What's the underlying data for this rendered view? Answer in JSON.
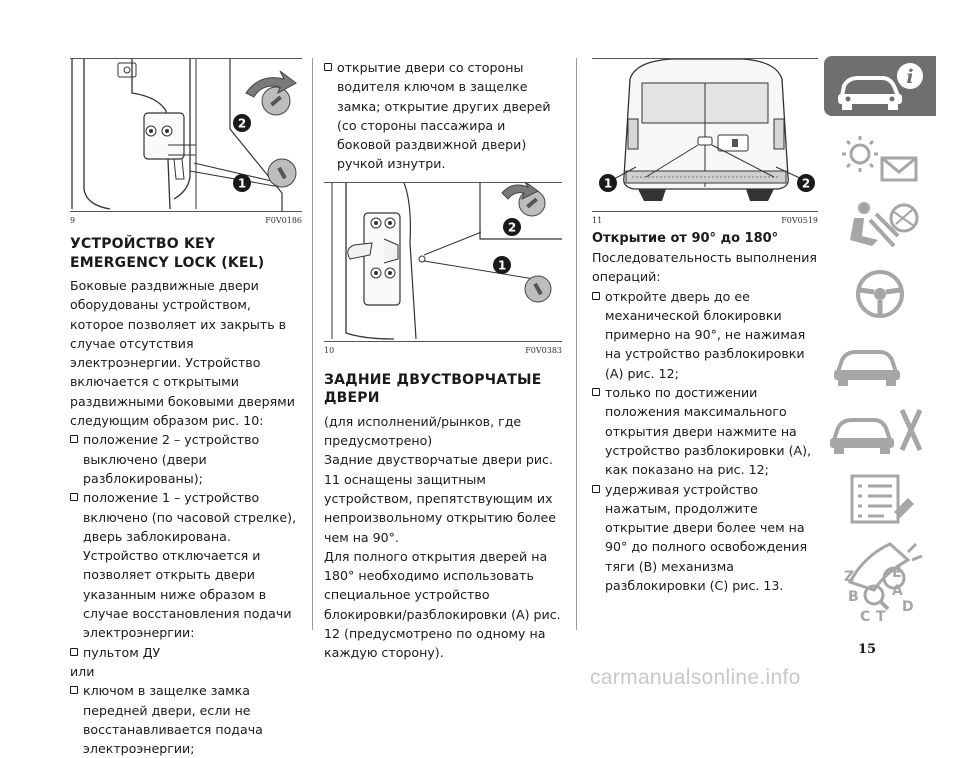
{
  "figures": {
    "fig9": {
      "number": "9",
      "code": "F0V0186"
    },
    "fig10": {
      "number": "10",
      "code": "F0V0383"
    },
    "fig11": {
      "number": "11",
      "code": "F0V0519"
    }
  },
  "col1": {
    "title": "УСТРОЙСТВО KEY EMERGENCY LOCK (KEL)",
    "para": "Боковые раздвижные двери оборудованы устройством, которое позволяет их закрыть в случае отсутствия электроэнергии. Устройство включается с открытыми раздвижными боковыми дверями следующим образом рис. 10:",
    "b1": "положение 2 – устройство выключено (двери разблокированы);",
    "b2": "положение 1 – устройство включено (по часовой стрелке), дверь заблокирована. Устройство отключается и позволяет открыть двери указанным ниже образом в случае восстановления подачи электроэнергии:",
    "b3": "пультом ДУ",
    "or": "или",
    "b4": "ключом в защелке замка передней двери, если не восстанавливается подача электроэнергии;"
  },
  "col2": {
    "b1": "открытие двери со стороны водителя ключом в защелке замка; открытие других дверей (со стороны пассажира и боковой раздвижной двери) ручкой изнутри.",
    "title": "ЗАДНИЕ ДВУСТВОРЧАТЫЕ ДВЕРИ",
    "sub": "(для исполнений/рынков, где предусмотрено)",
    "p1": "Задние двустворчатые двери рис. 11 оснащены защитным устройством, препятствующим их непроизвольному открытию более чем на 90°.",
    "p2": "Для полного открытия дверей на 180° необходимо использовать специальное устройство блокировки/разблокировки (А) рис. 12 (предусмотрено по одному на каждую сторону)."
  },
  "col3": {
    "title": "Открытие от 90° до 180°",
    "p1": "Последовательность выполнения операций:",
    "b1": "откройте дверь до ее механической блокировки примерно на 90°, не нажимая на устройство разблокировки (А) рис. 12;",
    "b2": "только по достижении положения максимального открытия двери нажмите на устройство разблокировки (А), как показано на рис. 12;",
    "b3": "удерживая устройство нажатым, продолжите открытие двери более чем на 90° до полного освобождения тяги (В) механизма разблокировки (С) рис. 13."
  },
  "labels": {
    "one": "1",
    "two": "2"
  },
  "rail_icons": [
    "car-info-icon",
    "warning-lights-icon",
    "seat-airbag-icon",
    "steering-wheel-icon",
    "car-service-icon",
    "specs-list-icon",
    "multimedia-icon",
    "index-icon"
  ],
  "index_letters": [
    "Z",
    "E",
    "A",
    "B",
    "C",
    "T",
    "D"
  ],
  "colors": {
    "active_tab": "#6f6f6f",
    "icon": "#a6a6a6"
  },
  "page_number": "15",
  "watermark": "carmanualsonline.info"
}
